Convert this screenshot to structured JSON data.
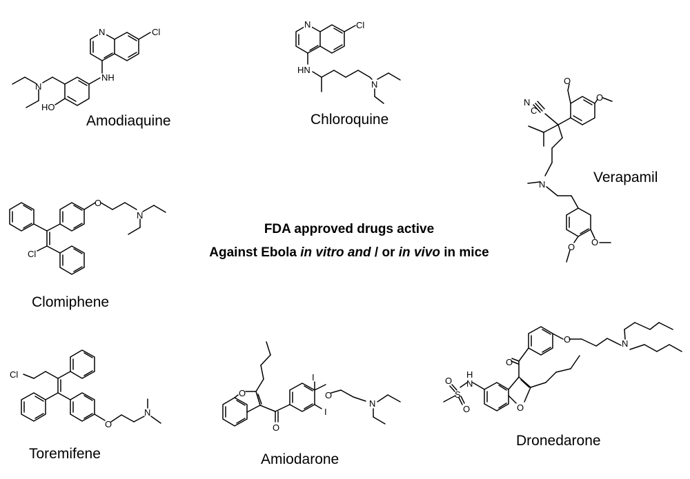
{
  "caption": {
    "line1": "FDA approved drugs active",
    "line2_a": "Against Ebola ",
    "line2_b": "in vitro and",
    "line2_c": " / ",
    "line2_d": "or ",
    "line2_e": "in vivo",
    "line2_f": " in mice"
  },
  "molecules": {
    "amodiaquine": {
      "name": "Amodiaquine",
      "atoms": [
        "N",
        "Cl",
        "N",
        "NH",
        "HO"
      ]
    },
    "chloroquine": {
      "name": "Chloroquine",
      "atoms": [
        "N",
        "Cl",
        "HN",
        "N"
      ]
    },
    "verapamil": {
      "name": "Verapamil",
      "atoms": [
        "O",
        "O",
        "N",
        "C",
        "N",
        "O",
        "O"
      ]
    },
    "clomiphene": {
      "name": "Clomiphene",
      "atoms": [
        "O",
        "N",
        "Cl"
      ]
    },
    "toremifene": {
      "name": "Toremifene",
      "atoms": [
        "Cl",
        "O",
        "N"
      ]
    },
    "amiodarone": {
      "name": "Amiodarone",
      "atoms": [
        "I",
        "I",
        "O",
        "N",
        "O",
        "O"
      ]
    },
    "dronedarone": {
      "name": "Dronedarone",
      "atoms": [
        "O",
        "O",
        "N",
        "S",
        "O",
        "O",
        "H",
        "N",
        "O"
      ]
    }
  }
}
